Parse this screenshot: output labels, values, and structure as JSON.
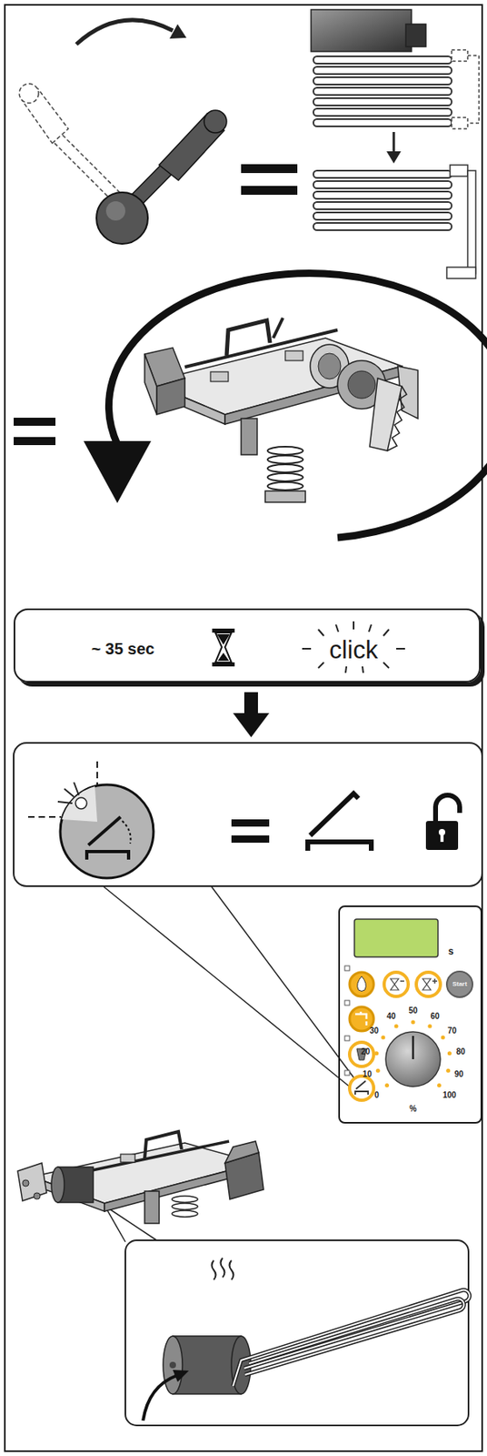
{
  "diagram": {
    "nodes": [
      {
        "text": [
          "~ 35 sec",
          "click"
        ]
      },
      {
        "text": [
          "s"
        ]
      },
      {
        "text": [
          "Start"
        ],
        "in": 1
      }
    ],
    "labels": [
      "50",
      "40",
      "60",
      "30",
      "70",
      "20",
      "80",
      "10",
      "90",
      "0",
      "100",
      "%"
    ]
  }
}
